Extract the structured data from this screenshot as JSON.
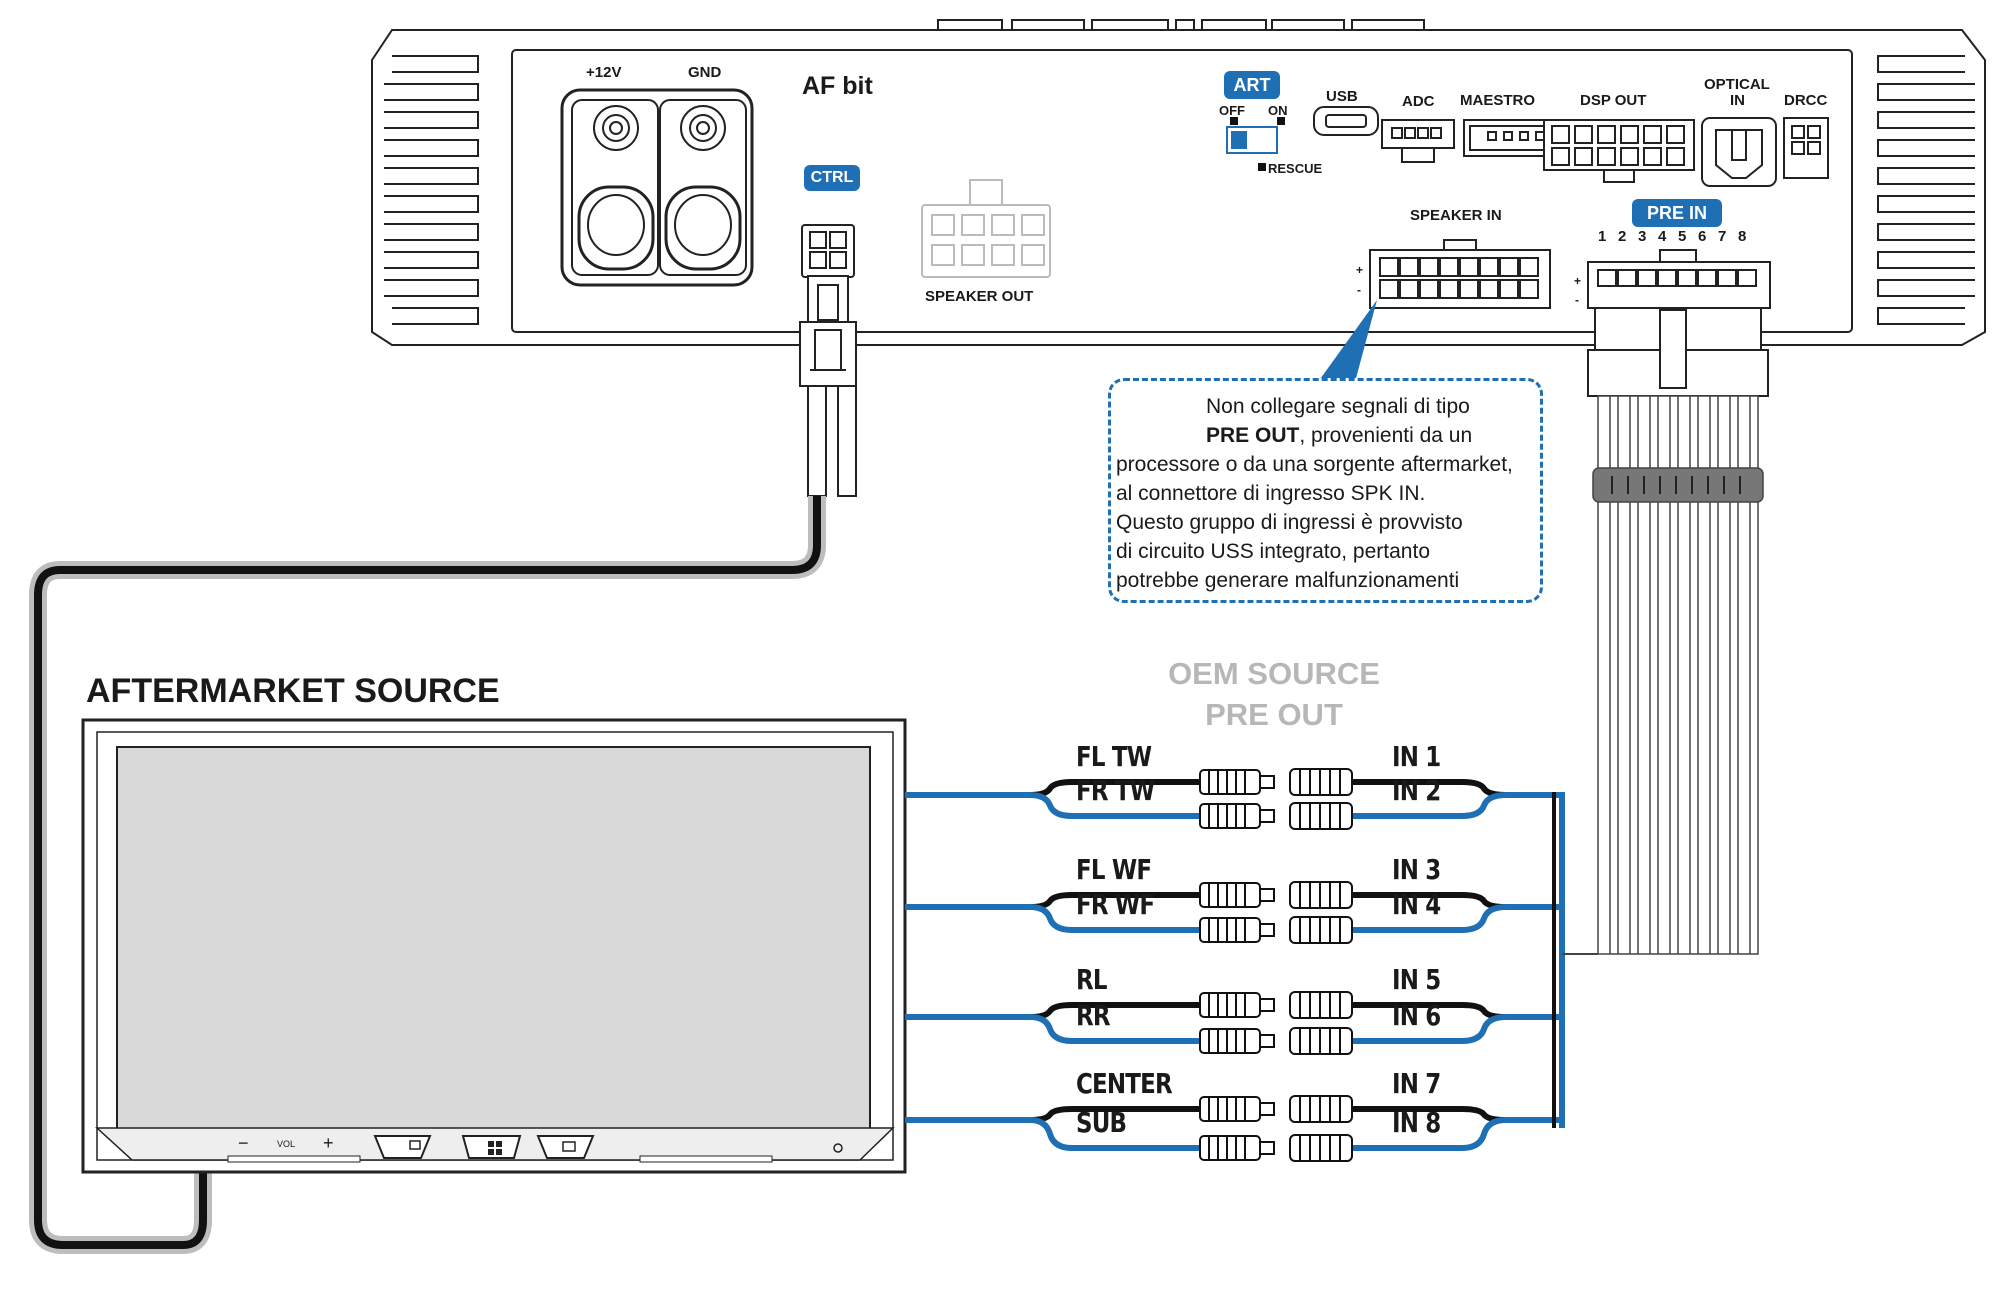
{
  "amplifier": {
    "model": "AF bit",
    "power": {
      "plus": "+12V",
      "gnd": "GND"
    },
    "ctrl": "CTRL",
    "speaker_out": "SPEAKER OUT",
    "art": {
      "badge": "ART",
      "off": "OFF",
      "on": "ON",
      "rescue": "RESCUE"
    },
    "ports": {
      "usb": "USB",
      "adc": "ADC",
      "maestro": "MAESTRO",
      "dsp_out": "DSP OUT",
      "optical": "OPTICAL",
      "optical_in": "IN",
      "drcc": "DRCC"
    },
    "speaker_in": "SPEAKER IN",
    "pre_in": {
      "badge": "PRE IN",
      "channels": [
        "1",
        "2",
        "3",
        "4",
        "5",
        "6",
        "7",
        "8"
      ]
    },
    "plus": "+",
    "minus": "-"
  },
  "warning": {
    "line1": "Non collegare segnali di tipo",
    "bold": "PRE OUT",
    "line2_rest": ", provenienti da un",
    "line3": "processore o da una sorgente aftermarket,",
    "line4": "al connettore di ingresso SPK IN.",
    "line5": "Questo gruppo di ingressi è provvisto",
    "line6": "di circuito USS integrato, pertanto",
    "line7": "potrebbe generare malfunzionamenti"
  },
  "source": {
    "title": "AFTERMARKET SOURCE",
    "vol_minus": "−",
    "vol": "VOL",
    "vol_plus": "+"
  },
  "oem": {
    "line1": "OEM SOURCE",
    "line2": "PRE OUT"
  },
  "channels": {
    "left": [
      "FL TW",
      "FR TW",
      "FL WF",
      "FR WF",
      "RL",
      "RR",
      "CENTER",
      "SUB"
    ],
    "right": [
      "IN 1",
      "IN 2",
      "IN 3",
      "IN 4",
      "IN 5",
      "IN 6",
      "IN 7",
      "IN 8"
    ]
  },
  "colors": {
    "blue": "#1f6fb4",
    "black": "#111111",
    "grey": "#bdbdbd",
    "screen": "#d9d9d9"
  }
}
